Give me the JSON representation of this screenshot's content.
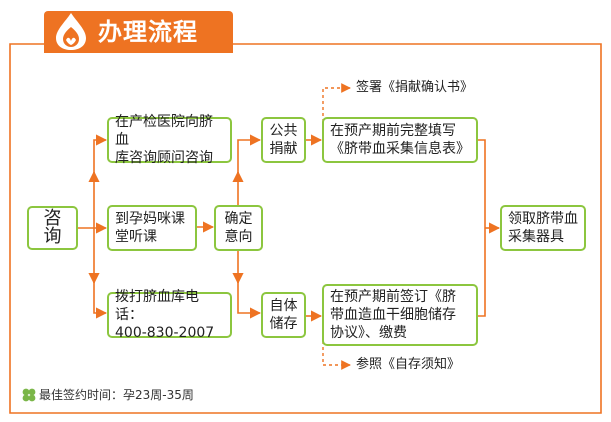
{
  "header": {
    "title": "办理流程"
  },
  "nodes": {
    "consult": "咨询",
    "hospital_consult": [
      "在产检医院向脐血",
      "库咨询顾问咨询"
    ],
    "class": [
      "到孕妈咪课",
      "堂听课"
    ],
    "phone": [
      "拨打脐血库电话：",
      "400-830-2007"
    ],
    "confirm": [
      "确定",
      "意向"
    ],
    "public_donation": [
      "公共",
      "捐献"
    ],
    "self_storage": [
      "自体",
      "储存"
    ],
    "donation_form": [
      "在预产期前完整填写",
      "《脐带血采集信息表》"
    ],
    "storage_agreement": [
      "在预产期前签订《脐",
      "带血造血干细胞储存",
      "协议》、缴费"
    ],
    "collect_kit": [
      "领取脐带血",
      "采集器具"
    ]
  },
  "notes": {
    "sign_donation": "签署《捐献确认书》",
    "refer_self_storage": "参照《自存须知》"
  },
  "footnote": "最佳签约时间：孕23周-35周",
  "colors": {
    "accent": "#ee7322",
    "node_border": "#8cc63f",
    "icon": "drop-icon",
    "footnote_icon": "clover-icon"
  }
}
